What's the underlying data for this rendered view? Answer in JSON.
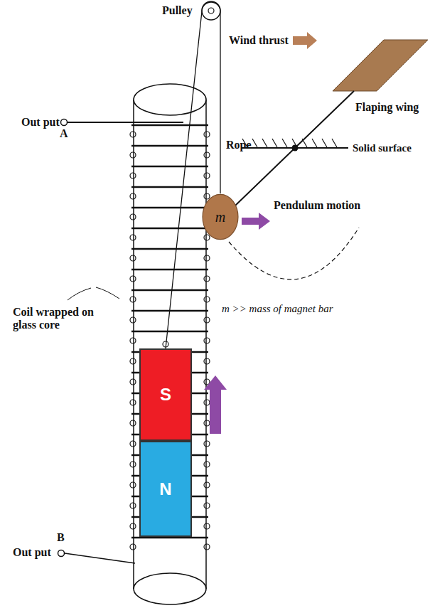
{
  "diagram": {
    "nodes": [
      {
        "text": [
          "S"
        ]
      },
      {
        "text": [
          "N"
        ]
      },
      {
        "text": [
          "m"
        ]
      }
    ],
    "edges": [
      {
        "from": 0,
        "to": 2,
        "arrow": "none"
      }
    ],
    "labels": [
      "Pulley",
      "Wind thrust",
      "Rope",
      "Flaping wing",
      "Solid surface",
      "Out put",
      "A",
      "Pendulum motion",
      "m >> mass of magnet bar",
      "Coil wrapped on glass core",
      "Out put",
      "B"
    ]
  }
}
